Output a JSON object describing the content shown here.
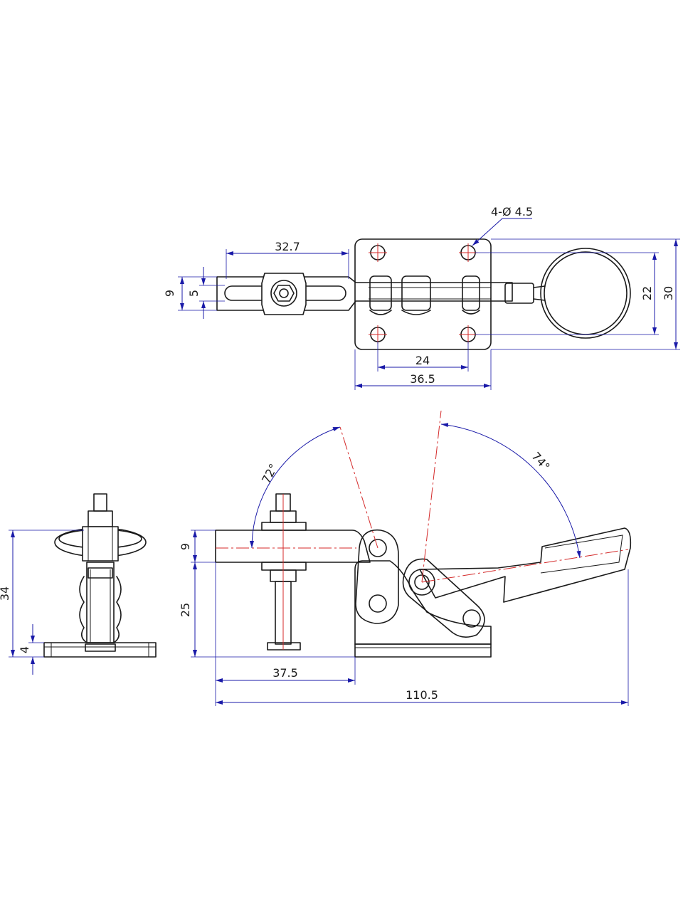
{
  "colors": {
    "outline": "#1a1a1a",
    "dimension": "#1a1aa8",
    "centerline": "#d42a2a"
  },
  "top_view": {
    "hole_callout": "4-Ø 4.5",
    "dim_arm_length": "32.7",
    "dim_arm_width": "9",
    "dim_slot_width": "5",
    "dim_hole_pitch": "24",
    "dim_base_width": "36.5",
    "dim_handle_inner": "22",
    "dim_handle_outer": "30"
  },
  "side_view": {
    "angle_arm": "72°",
    "angle_handle": "74°",
    "dim_arm_thickness": "9",
    "dim_height": "25",
    "dim_spindle_offset": "37.5",
    "dim_total_length": "110.5"
  },
  "end_view": {
    "dim_total_height": "34",
    "dim_base_thickness": "4"
  }
}
